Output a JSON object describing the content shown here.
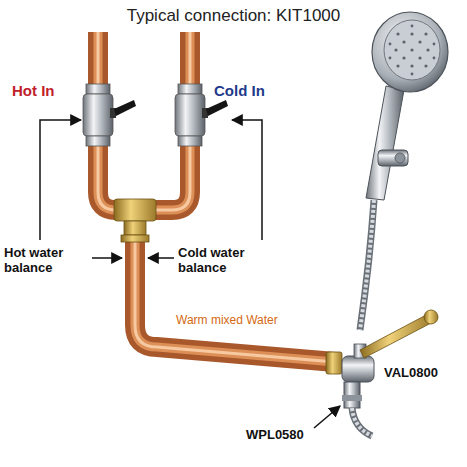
{
  "diagram": {
    "title": "Typical connection: KIT1000",
    "labels": [
      "Hot In",
      "Cold In",
      "Hot water balance",
      "Cold water balance",
      "Warm mixed Water",
      "VAL0800",
      "WPL0580"
    ]
  }
}
